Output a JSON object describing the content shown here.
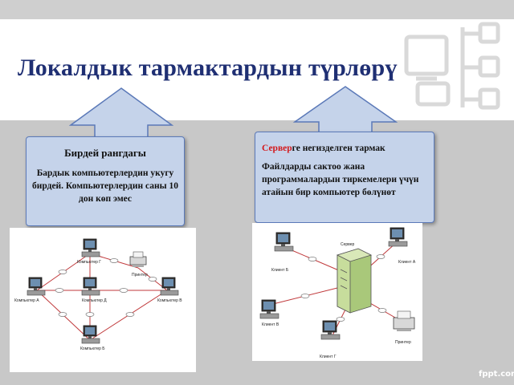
{
  "slide": {
    "title": "Локалдык тармактардын түрлөрү",
    "watermark": "fppt.com"
  },
  "left_box": {
    "heading": "Бирдей рангдагы",
    "text": "Бардык компьютерлердин укугу бирдей. Компьютерлердин саны 10 дон көп эмес"
  },
  "right_box": {
    "heading_highlight": "Сервер",
    "heading_rest": "ге негизделген тармак",
    "text": "Файлдарды сактоо жана программалардын тиркемелери үчүн атайын бир компьютер бөлүнөт"
  },
  "peer_diagram": {
    "labels": {
      "g": "Компьютер Г",
      "a": "Компьютер А",
      "d": "Компьютер Д",
      "v": "Компьютер В",
      "b": "Компьютер Б",
      "printer": "Принтер"
    }
  },
  "server_diagram": {
    "labels": {
      "server": "Сервер",
      "client_b": "Клиент Б",
      "client_a": "Клиент А",
      "client_v": "Клиент В",
      "client_g": "Клиент Г",
      "printer": "Принтер"
    }
  },
  "colors": {
    "title": "#1f2f73",
    "box_fill": "#c5d3ea",
    "box_border": "#5b79b8",
    "highlight": "#d3191c",
    "link_line": "#c0393b"
  }
}
